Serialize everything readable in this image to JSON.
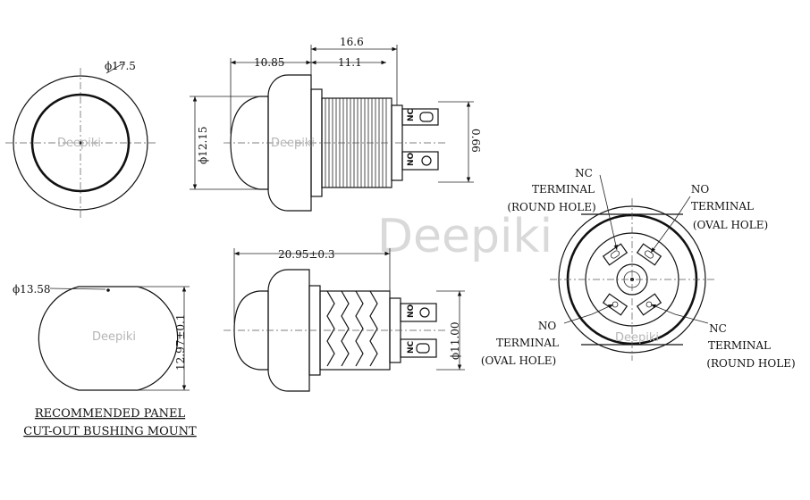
{
  "watermark": {
    "brand": "Deepiki"
  },
  "dimensions": {
    "front_diameter": "ϕ17.5",
    "length_cap": "10.85",
    "length_body": "11.1",
    "length_total": "16.6",
    "cap_height": "ϕ12.15",
    "terminal_span": "0.66",
    "side_length": "20.95±0.3",
    "panel_diameter": "ϕ13.58",
    "panel_flat": "12.97±0.1",
    "thread_diameter": "ϕ11.00"
  },
  "terminal_marks": {
    "nc": "NC",
    "no": "NO"
  },
  "labels": {
    "nc_round_top": [
      "NC",
      "TERMINAL",
      "(ROUND HOLE)"
    ],
    "no_oval_top": [
      "NO",
      "TERMINAL",
      "(OVAL HOLE)"
    ],
    "no_oval_bottom": [
      "NO",
      "TERMINAL",
      "(OVAL HOLE)"
    ],
    "nc_round_bottom": [
      "NC",
      "TERMINAL",
      "(ROUND HOLE)"
    ]
  },
  "panel_note": [
    "RECOMMENDED PANEL",
    "CUT-OUT BUSHING MOUNT"
  ]
}
